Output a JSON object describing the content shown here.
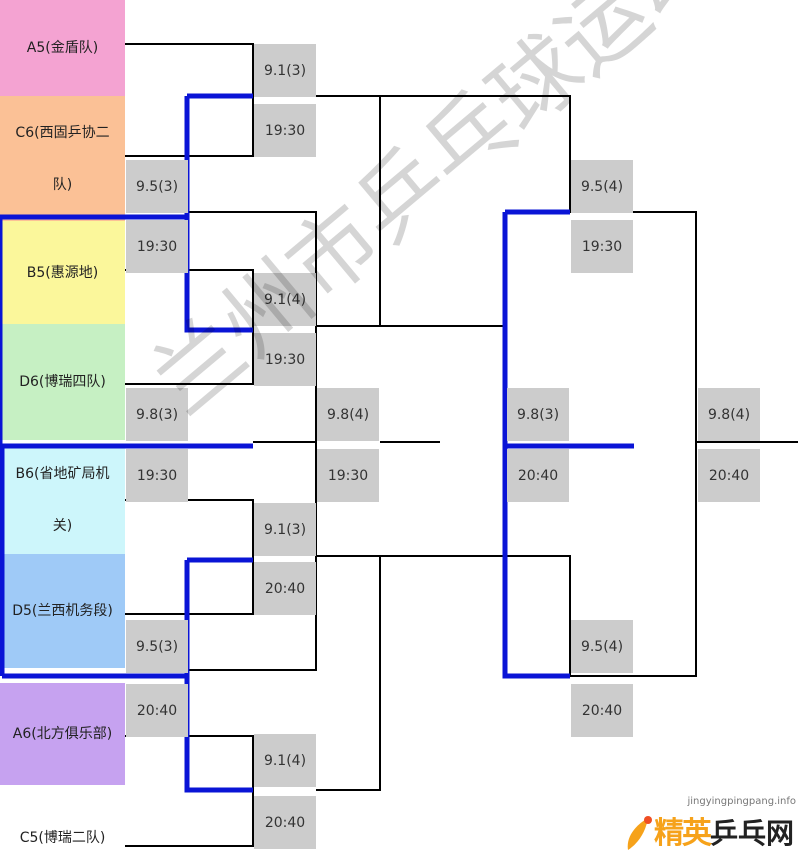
{
  "teams": [
    {
      "label": "A5(金盾队)",
      "color": "#f4a3d2"
    },
    {
      "label": "C6(西固乒协二队)",
      "color": "#fbc196"
    },
    {
      "label": "B5(惠源地)",
      "color": "#fbf79b"
    },
    {
      "label": "D6(博瑞四队)",
      "color": "#c6f0c3"
    },
    {
      "label": "B6(省地矿局机关)",
      "color": "#cdf6fb"
    },
    {
      "label": "D5(兰西机务段)",
      "color": "#9fcaf7"
    },
    {
      "label": "A6(北方俱乐部)",
      "color": "#c6a2f0"
    },
    {
      "label": "C5(博瑞二队)",
      "color": "#ffffff"
    }
  ],
  "matches": {
    "r1_m1": {
      "date": "9.1(3)",
      "time": "19:30"
    },
    "r1_m2": {
      "date": "9.1(4)",
      "time": "19:30"
    },
    "r1_m3": {
      "date": "9.1(3)",
      "time": "20:40"
    },
    "r1_m4": {
      "date": "9.1(4)",
      "time": "20:40"
    },
    "r1_left_a": {
      "date": "9.5(3)",
      "time": "19:30"
    },
    "r1_left_b": {
      "date": "9.8(3)",
      "time": "19:30"
    },
    "r1_left_c": {
      "date": "9.5(3)",
      "time": "20:40"
    },
    "qf_center": {
      "date": "9.8(4)",
      "time": "19:30"
    },
    "r3_top": {
      "date": "9.5(4)",
      "time": "19:30"
    },
    "r3_bottom": {
      "date": "9.5(4)",
      "time": "20:40"
    },
    "r3_mid": {
      "date": "9.8(3)",
      "time": "20:40"
    },
    "final": {
      "date": "9.8(4)",
      "time": "20:40"
    }
  },
  "watermark": {
    "text": "兰州市乒乓球运动协会"
  },
  "logo": {
    "small": "jingyingpingpang.info",
    "part1": "精英",
    "part2": "乒乓网"
  },
  "colors": {
    "line": "#000000",
    "highlight": "#0a14d6",
    "slot": "#cccccc"
  }
}
